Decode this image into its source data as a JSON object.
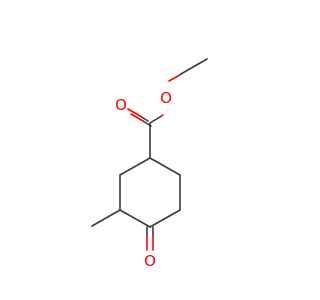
{
  "molecule": {
    "atoms": [
      {
        "id": "carbonyl_o",
        "label": "O",
        "color": "#ff0000"
      },
      {
        "id": "ester_o",
        "label": "O",
        "color": "#ff0000"
      },
      {
        "id": "ketone_o",
        "label": "O",
        "color": "#ff0000"
      }
    ],
    "colors": {
      "bond": "#3a3a3a",
      "oxygen": "#ff0000",
      "background": "#ffffff"
    }
  }
}
